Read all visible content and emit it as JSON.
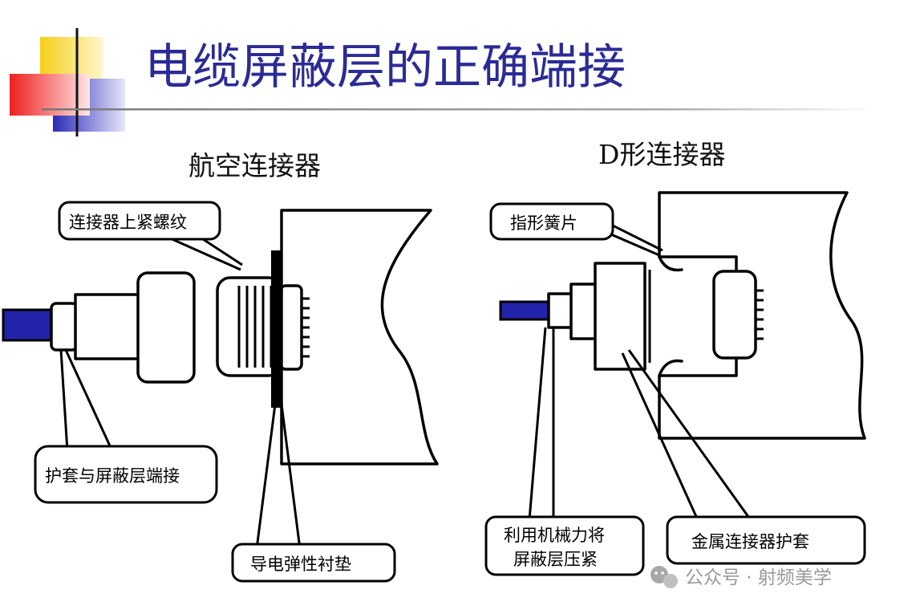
{
  "title": "电缆屏蔽层的正确端接",
  "left_section": {
    "heading": "航空连接器",
    "callouts": {
      "thread": "连接器上紧螺纹",
      "sleeve": "护套与屏蔽层端接",
      "gasket": "导电弹性衬垫"
    }
  },
  "right_section": {
    "heading": "D形连接器",
    "callouts": {
      "finger": "指形簧片",
      "mechanical_line1": "利用机械力将",
      "mechanical_line2": "屏蔽层压紧",
      "metal_shell": "金属连接器护套"
    }
  },
  "watermark": {
    "text": "公众号 · 射频美学"
  },
  "colors": {
    "title": "#2b2b96",
    "cable_blue": "#2222aa",
    "logo_yellow": "#f6cf1a",
    "logo_red": "#ee2020",
    "logo_blue": "#2b2bb8"
  }
}
